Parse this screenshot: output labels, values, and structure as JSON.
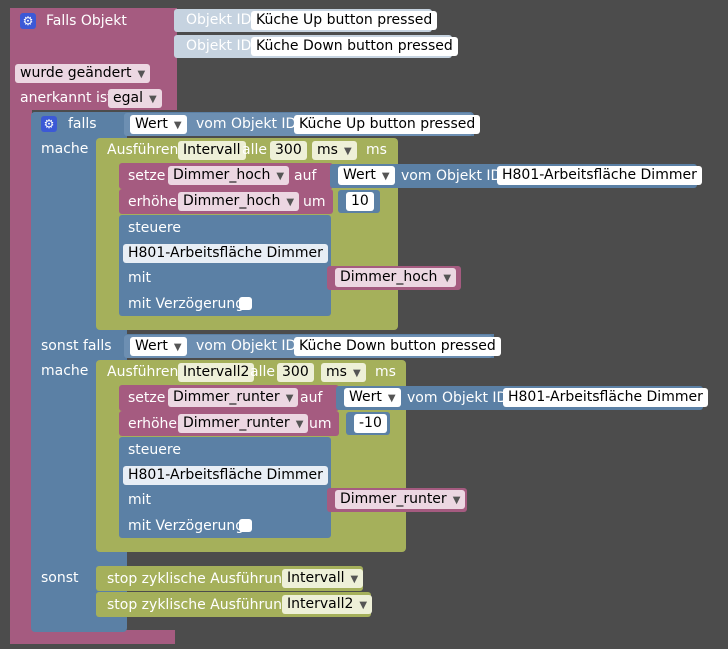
{
  "trigger": {
    "title": "Falls Objekt",
    "object_id_label": "Objekt ID",
    "object_up": "Küche Up button pressed",
    "object_down": "Küche Down button pressed",
    "changed": "wurde geändert",
    "ack_label": "anerkannt ist",
    "ack_value": "egal"
  },
  "if_block": {
    "falls": "falls",
    "mache": "mache",
    "sonst_falls": "sonst falls",
    "sonst": "sonst",
    "wert": "Wert",
    "vom_objekt_id": "vom Objekt ID"
  },
  "interval_up": {
    "ausfuehren": "Ausführen",
    "name": "Intervall",
    "alle": "alle",
    "time": "300",
    "unit_dropdown": "ms",
    "unit": "ms",
    "setze": "setze",
    "var": "Dimmer_hoch",
    "auf": "auf",
    "wert": "Wert",
    "vom_objekt_id": "vom Objekt ID",
    "target_object": "H801-Arbeitsfläche  Dimmer",
    "erhoehe": "erhöhe",
    "um": "um",
    "step": "10",
    "steuere": "steuere",
    "mit": "mit",
    "mit_verzoegerung": "mit Verzögerung"
  },
  "interval_down": {
    "ausfuehren": "Ausführen",
    "name": "Intervall2",
    "alle": "alle",
    "time": "300",
    "unit_dropdown": "ms",
    "unit": "ms",
    "setze": "setze",
    "var": "Dimmer_runter",
    "auf": "auf",
    "wert": "Wert",
    "vom_objekt_id": "vom Objekt ID",
    "target_object": "H801-Arbeitsfläche  Dimmer",
    "erhoehe": "erhöhe",
    "um": "um",
    "step": "-10",
    "steuere": "steuere",
    "mit": "mit",
    "mit_verzoegerung": "mit Verzögerung"
  },
  "stop": {
    "label": "stop zyklische Ausführung",
    "interval1": "Intervall",
    "interval2": "Intervall2"
  },
  "icons": {
    "gear": "gear-icon",
    "dropdown": "chevron-down-icon"
  },
  "colors": {
    "background": "#4c4c4c",
    "trigger_block": "#a55b80",
    "logic_block": "#5b80a5",
    "timer_block": "#a5b05b",
    "variable_block": "#a55b80",
    "gear_icon": "#3c59d6"
  }
}
